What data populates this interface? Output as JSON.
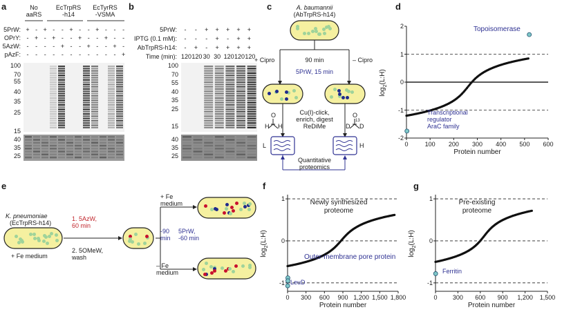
{
  "panel_a": {
    "label": "a",
    "groups": [
      "No\naaRS",
      "EcTrpRS\n-h14",
      "EcTyrRS\n-VSMA"
    ],
    "rows": [
      {
        "label": "5PrW:",
        "marks": [
          "+",
          "-",
          "+",
          "-",
          "-",
          "+",
          "-",
          "-",
          "+",
          "-",
          "-",
          "-"
        ]
      },
      {
        "label": "OPrY:",
        "marks": [
          "-",
          "+",
          "-",
          "+",
          "-",
          "-",
          "+",
          "-",
          "-",
          "+",
          "-",
          "-"
        ]
      },
      {
        "label": "5AzW:",
        "marks": [
          "-",
          "-",
          "-",
          "-",
          "+",
          "-",
          "-",
          "+",
          "-",
          "-",
          "+",
          "-"
        ]
      },
      {
        "label": "pAzF:",
        "marks": [
          "-",
          "-",
          "-",
          "-",
          "-",
          "-",
          "-",
          "-",
          "-",
          "-",
          "-",
          "+"
        ]
      }
    ],
    "mw_top": [
      "100",
      "70",
      "55",
      "40",
      "35",
      "25",
      "15"
    ],
    "mw_bottom": [
      "40",
      "35",
      "25"
    ]
  },
  "panel_b": {
    "label": "b",
    "rows": [
      {
        "label": "5PrW:",
        "marks": [
          "-",
          "-",
          "+",
          "+",
          "+",
          "+",
          "+"
        ]
      },
      {
        "label": "IPTG (0.1 mM):",
        "marks": [
          "-",
          "-",
          "-",
          "+",
          "-",
          "+",
          "+"
        ]
      },
      {
        "label": "AbTrpRS-h14:",
        "marks": [
          "-",
          "+",
          "-",
          "+",
          "+",
          "+",
          "+"
        ]
      },
      {
        "label": "Time (min):",
        "marks": [
          "120",
          "120",
          "30",
          "30",
          "120",
          "120",
          "120"
        ]
      }
    ],
    "mw_top": [
      "100",
      "70",
      "55",
      "40",
      "35",
      "25",
      "15"
    ],
    "mw_bottom": [
      "40",
      "35",
      "25"
    ]
  },
  "panel_c": {
    "label": "c",
    "organism": "A. baumannii",
    "strain": "(AbTrpRS-h14)",
    "time": "90 min",
    "left_cond": "+ Cipro",
    "right_cond": "– Cipro",
    "label_step": "5PrW, 15 min",
    "process": "Cu(I)-click,\nenrich, digest\nReDiMe",
    "light": "L",
    "heavy": "H",
    "bottom": "Quantitative\nproteomics",
    "heavy_iso": "13",
    "heavy_d": "D"
  },
  "panel_d": {
    "label": "d",
    "annotations": [
      "Topoisomerase",
      "Transcriptional\nregulator\nAraC family"
    ],
    "ylabel_main": "log",
    "ylabel_sub": "2",
    "ylabel_rest": "(L:H)",
    "colors": {
      "highlight": "#7fc8c8",
      "label": "#2e3192"
    },
    "chart_data": {
      "type": "scatter",
      "xlabel": "Protein number",
      "ylabel": "log2(L:H)",
      "xlim": [
        0,
        600
      ],
      "ylim": [
        -2,
        2
      ],
      "xticks": [
        "0",
        "100",
        "200",
        "300",
        "400",
        "500",
        "600"
      ],
      "yticks": [
        "-2",
        "-1",
        "0",
        "1",
        "2"
      ],
      "dashed_lines": [
        1,
        -1
      ],
      "n": 520,
      "highlight_points": [
        {
          "name": "Topoisomerase",
          "x": 520,
          "y": 1.7
        },
        {
          "name": "Transcriptional regulator AraC family",
          "x": 2,
          "y": -1.75
        }
      ]
    }
  },
  "panel_e": {
    "label": "e",
    "organism": "K. pneumoniae",
    "strain": "(EcTrpRS-h14)",
    "medium": "+ Fe medium",
    "step1": "1. 5AzW,\n60 min",
    "step2": "2. 5OMeW,\nwash",
    "fe_plus": "+ Fe\nmedium",
    "fe_minus": "– Fe\nmedium",
    "time": "-90\nmin",
    "label_step": "5PrW,\n-60 min"
  },
  "panel_f": {
    "label": "f",
    "title": "Newly synthesized\nproteome",
    "annotations": [
      "Outer-membrane pore protein",
      "LeuD"
    ],
    "ylabel_main": "log",
    "ylabel_sub": "2",
    "ylabel_rest": "(L:H)",
    "chart_data": {
      "type": "scatter",
      "xlabel": "Protein number",
      "ylabel": "log2(L:H)",
      "xlim": [
        0,
        1800
      ],
      "ylim": [
        -1.2,
        1.1
      ],
      "xticks": [
        "0",
        "300",
        "600",
        "900",
        "1,200",
        "1,500",
        "1,800"
      ],
      "yticks": [
        "-1",
        "0",
        "1"
      ],
      "dashed_lines": [
        1,
        0,
        -1
      ],
      "n": 1750,
      "highlight_points": [
        {
          "name": "Outer-membrane pore protein",
          "x": 5,
          "y": -0.88
        },
        {
          "name": "Outer-membrane pore protein",
          "x": 5,
          "y": -0.95
        },
        {
          "name": "LeuD",
          "x": 2,
          "y": -1.07
        }
      ]
    }
  },
  "panel_g": {
    "label": "g",
    "title": "Pre-existing\nproteome",
    "annotations": [
      "Ferritin"
    ],
    "ylabel_main": "log",
    "ylabel_sub": "2",
    "ylabel_rest": "(L:H)",
    "chart_data": {
      "type": "scatter",
      "xlabel": "Protein number",
      "ylabel": "log2(L:H)",
      "xlim": [
        0,
        1500
      ],
      "ylim": [
        -1.2,
        1.1
      ],
      "xticks": [
        "0",
        "300",
        "600",
        "900",
        "1,200",
        "1,500"
      ],
      "yticks": [
        "-1",
        "0",
        "1"
      ],
      "dashed_lines": [
        1,
        0,
        -1
      ],
      "n": 1300,
      "highlight_points": [
        {
          "name": "Ferritin",
          "x": 2,
          "y": -0.78
        }
      ]
    }
  }
}
